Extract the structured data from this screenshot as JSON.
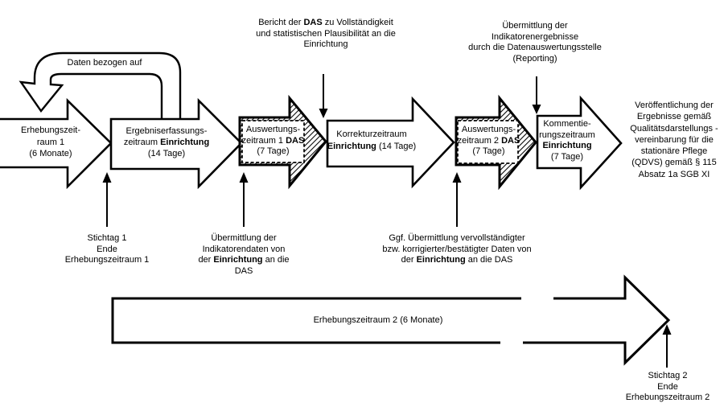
{
  "colors": {
    "ink": "#000000",
    "paper": "#ffffff"
  },
  "curved_arrow": {
    "label": "Daten bezogen auf"
  },
  "flow": {
    "arrow1": {
      "line1": "Erhebungszeit-",
      "line2": "raum 1",
      "line3": "(6 Monate)"
    },
    "arrow2": {
      "line1": "Ergebniserfassungs-",
      "line2_normal": "zeitraum ",
      "line2_bold": "Einrichtung",
      "line3": "(14 Tage)"
    },
    "arrow3": {
      "line1": "Auswertungs-",
      "line2_normal": "zeitraum 1 ",
      "line2_bold": "DAS",
      "line3": "(7 Tage)"
    },
    "arrow4": {
      "line1": "Korrekturzeitraum",
      "line2_bold": "Einrichtung",
      "line2_normal": " (14 Tage)"
    },
    "arrow5": {
      "line1": "Auswertungs-",
      "line2_normal": "zeitraum 2 ",
      "line2_bold": "DAS",
      "line3": "(7 Tage)"
    },
    "arrow6": {
      "line1": "Kommentie-",
      "line2": "rungszeitraum",
      "line3_bold": "Einrichtung",
      "line4": "(7 Tage)"
    }
  },
  "result_text": {
    "line1": "Veröffentlichung der",
    "line2": "Ergebnisse gemäß",
    "line3": "Qualitätsdarstellungs -",
    "line4": "vereinbarung für die",
    "line5": "stationäre Pflege",
    "line6": "(QDVS) gemäß § 115",
    "line7": "Absatz 1a SGB XI"
  },
  "annotations": {
    "top1": {
      "line1_pre": "Bericht der ",
      "line1_bold": "DAS",
      "line1_post": " zu Vollständigkeit",
      "line2": "und statistischen Plausibilität an die",
      "line3": "Einrichtung"
    },
    "top2": {
      "line1": "Übermittlung der",
      "line2": "Indikatorenergebnisse",
      "line3": "durch die Datenauswertungsstelle",
      "line4": "(Reporting)"
    },
    "bottom1": {
      "line1": "Stichtag 1",
      "line2": "Ende",
      "line3": "Erhebungszeitraum 1"
    },
    "bottom2": {
      "line1": "Übermittlung der",
      "line2": "Indikatorendaten von",
      "line3_pre": "der ",
      "line3_bold": "Einrichtung",
      "line3_post": " an die",
      "line4": "DAS"
    },
    "bottom3": {
      "line1": "Ggf. Übermittlung vervollständigter",
      "line2": "bzw. korrigierter/bestätigter Daten von",
      "line3_pre": "der ",
      "line3_bold": "Einrichtung",
      "line3_post": " an die DAS"
    },
    "stichtag2": {
      "line1": "Stichtag 2",
      "line2": "Ende",
      "line3": "Erhebungszeitraum 2"
    }
  },
  "bottom_arrow": {
    "label": "Erhebungszeitraum 2 (6 Monate)"
  }
}
